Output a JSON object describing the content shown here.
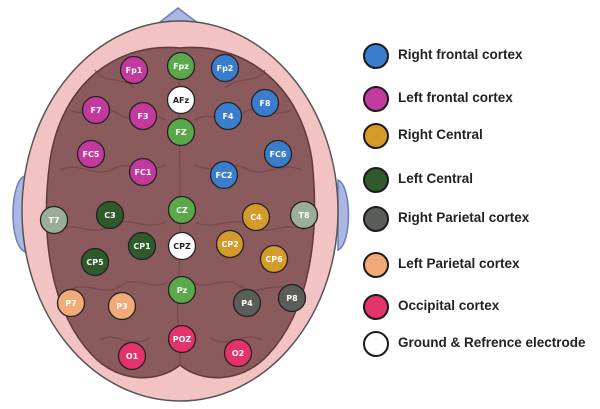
{
  "colors": {
    "right_frontal": "#3a7dcc",
    "left_frontal": "#c33a9e",
    "right_central": "#d49a2a",
    "left_central": "#2f5a2c",
    "right_parietal": "#5b5d58",
    "left_parietal": "#f1aa78",
    "occipital": "#e3336a",
    "ground_reference": "#ffffff",
    "frontal_midline": "#5aa84a",
    "temporal": "#9aae99",
    "head_fill": "#f3c2c3",
    "brain_fill": "#8b5a5c"
  },
  "electrodes": [
    {
      "label": "Fp1",
      "color": "#c33a9e",
      "text_color": "#ffffff"
    },
    {
      "label": "Fpz",
      "color": "#5aa84a",
      "text_color": "#ffffff"
    },
    {
      "label": "Fp2",
      "color": "#3a7dcc",
      "text_color": "#ffffff"
    },
    {
      "label": "F7",
      "color": "#c33a9e",
      "text_color": "#ffffff"
    },
    {
      "label": "AFz",
      "color": "#ffffff",
      "text_color": "#222222"
    },
    {
      "label": "F8",
      "color": "#3a7dcc",
      "text_color": "#ffffff"
    },
    {
      "label": "F3",
      "color": "#c33a9e",
      "text_color": "#ffffff"
    },
    {
      "label": "F4",
      "color": "#3a7dcc",
      "text_color": "#ffffff"
    },
    {
      "label": "FZ",
      "color": "#5aa84a",
      "text_color": "#ffffff"
    },
    {
      "label": "FC5",
      "color": "#c33a9e",
      "text_color": "#ffffff"
    },
    {
      "label": "FC6",
      "color": "#3a7dcc",
      "text_color": "#ffffff"
    },
    {
      "label": "FC1",
      "color": "#c33a9e",
      "text_color": "#ffffff"
    },
    {
      "label": "FC2",
      "color": "#3a7dcc",
      "text_color": "#ffffff"
    },
    {
      "label": "T7",
      "color": "#9aae99",
      "text_color": "#ffffff"
    },
    {
      "label": "C3",
      "color": "#2f5a2c",
      "text_color": "#ffffff"
    },
    {
      "label": "CZ",
      "color": "#5aa84a",
      "text_color": "#ffffff"
    },
    {
      "label": "C4",
      "color": "#d49a2a",
      "text_color": "#ffffff"
    },
    {
      "label": "T8",
      "color": "#9aae99",
      "text_color": "#ffffff"
    },
    {
      "label": "CP1",
      "color": "#2f5a2c",
      "text_color": "#ffffff"
    },
    {
      "label": "CPZ",
      "color": "#ffffff",
      "text_color": "#222222"
    },
    {
      "label": "CP2",
      "color": "#d49a2a",
      "text_color": "#ffffff"
    },
    {
      "label": "CP5",
      "color": "#2f5a2c",
      "text_color": "#ffffff"
    },
    {
      "label": "CP6",
      "color": "#d49a2a",
      "text_color": "#ffffff"
    },
    {
      "label": "Pz",
      "color": "#5aa84a",
      "text_color": "#ffffff"
    },
    {
      "label": "P7",
      "color": "#f1aa78",
      "text_color": "#ffffff"
    },
    {
      "label": "P3",
      "color": "#f1aa78",
      "text_color": "#ffffff"
    },
    {
      "label": "P4",
      "color": "#5b5d58",
      "text_color": "#ffffff"
    },
    {
      "label": "P8",
      "color": "#5b5d58",
      "text_color": "#ffffff"
    },
    {
      "label": "POZ",
      "color": "#e3336a",
      "text_color": "#ffffff"
    },
    {
      "label": "O1",
      "color": "#e3336a",
      "text_color": "#ffffff"
    },
    {
      "label": "O2",
      "color": "#e3336a",
      "text_color": "#ffffff"
    }
  ],
  "legend": {
    "items": [
      {
        "label": "Right frontal cortex",
        "color": "#3a7dcc"
      },
      {
        "label": "Left frontal cortex",
        "color": "#c33a9e"
      },
      {
        "label": "Right Central",
        "color": "#d49a2a"
      },
      {
        "label": "Left Central",
        "color": "#2f5a2c"
      },
      {
        "label": "Right Parietal cortex",
        "color": "#5b5d58"
      },
      {
        "label": "Left Parietal cortex",
        "color": "#f1aa78"
      },
      {
        "label": "Occipital cortex",
        "color": "#e3336a"
      },
      {
        "label": "Ground & Refrence electrode",
        "color": "#ffffff"
      }
    ]
  }
}
